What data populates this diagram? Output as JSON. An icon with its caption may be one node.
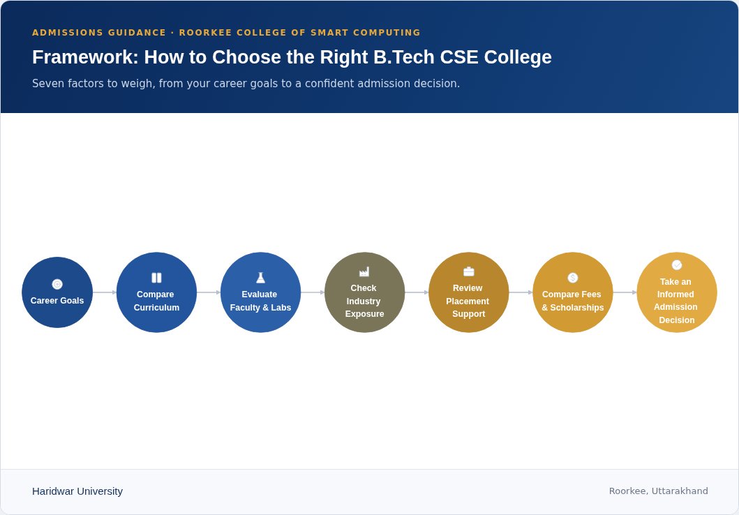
{
  "diagram": {
    "title": "Framework: How to Choose the Right B.Tech CSE College",
    "nodes": [
      {
        "text": [
          "Career Goals"
        ]
      },
      {
        "text": [
          "Compare Curriculum"
        ]
      },
      {
        "text": [
          "Evaluate Faculty & Labs"
        ]
      },
      {
        "text": [
          "Check Industry Exposure"
        ]
      },
      {
        "text": [
          "Review Placement Support"
        ]
      },
      {
        "text": [
          "Compare Fees & Scholarships"
        ]
      },
      {
        "text": [
          "Take an Informed Admission Decision"
        ]
      }
    ],
    "edges": [
      {
        "from": 0,
        "to": 1,
        "arrow": "to"
      },
      {
        "from": 1,
        "to": 2,
        "arrow": "to"
      },
      {
        "from": 2,
        "to": 3,
        "arrow": "to"
      },
      {
        "from": 3,
        "to": 4,
        "arrow": "to"
      },
      {
        "from": 4,
        "to": 5,
        "arrow": "to"
      },
      {
        "from": 5,
        "to": 6,
        "arrow": "to"
      }
    ],
    "labels": [
      "ADMISSIONS GUIDANCE · ROORKEE COLLEGE OF SMART COMPUTING",
      "Seven factors to weigh, from your career goals to a confident admission decision.",
      "Haridwar University",
      "Roorkee, Uttarakhand"
    ]
  }
}
